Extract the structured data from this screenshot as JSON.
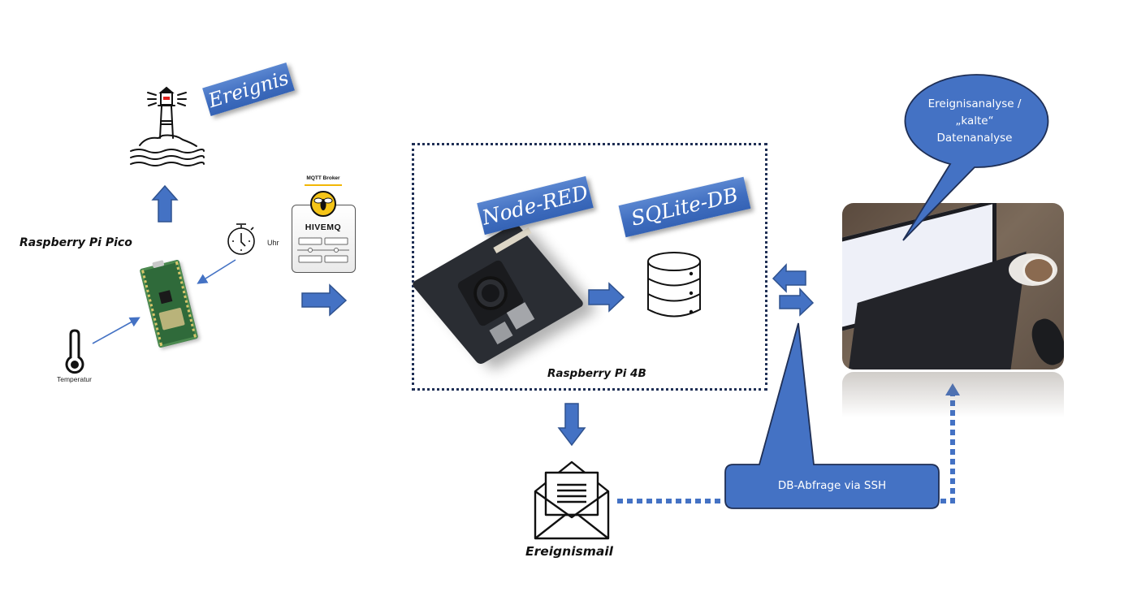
{
  "diagram": {
    "title": "IoT Ereignis-Datenfluss",
    "colors": {
      "accent_blue": "#4472c4",
      "arrow_outline": "#2f528f",
      "dark_border": "#1f2f55",
      "text_dark": "#111111"
    },
    "banners": {
      "event": "Ereignis",
      "node_red": "Node-RED",
      "sqlite": "SQLite-DB"
    },
    "labels": {
      "pico": "Raspberry Pi Pico",
      "pi4": "Raspberry Pi 4B",
      "mail": "Ereignismail",
      "clock": "Uhr",
      "temperature": "Temperatur",
      "mqtt_broker": "MQTT Broker",
      "hivemq": "HIVEMQ"
    },
    "callouts": {
      "analysis_lines": [
        "Ereignisanalyse /",
        "„kalte“",
        "Datenanalyse"
      ],
      "ssh_query": "DB-Abfrage via SSH"
    },
    "icons": [
      "lighthouse-icon",
      "stopwatch-icon",
      "thermometer-icon",
      "database-icon",
      "envelope-icon",
      "hivemq-bee-icon"
    ]
  }
}
